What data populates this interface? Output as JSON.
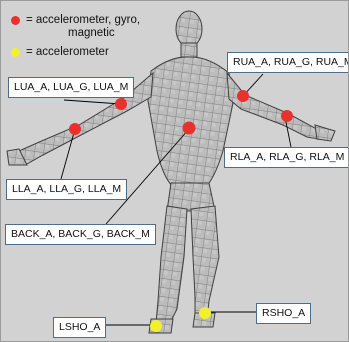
{
  "legend": {
    "full_sensor_line1": "= accelerometer, gyro,",
    "full_sensor_line2": "magnetic",
    "accel_only": "= accelerometer",
    "full_sensor_color": "#e8312f",
    "accel_only_color": "#f2ef2c"
  },
  "sensors": {
    "lua": "LUA_A, LUA_G, LUA_M",
    "lla": "LLA_A, LLA_G, LLA_M",
    "back": "BACK_A, BACK_G, BACK_M",
    "rua": "RUA_A, RUA_G, RUA_M",
    "rla": "RLA_A, RLA_G, RLA_M",
    "lsho": "LSHO_A",
    "rsho": "RSHO_A"
  },
  "colors": {
    "background": "#d2d2d2",
    "body_mesh": "#bdbdbd",
    "label_border": "#4d6d8a",
    "leader_line": "#000000"
  }
}
